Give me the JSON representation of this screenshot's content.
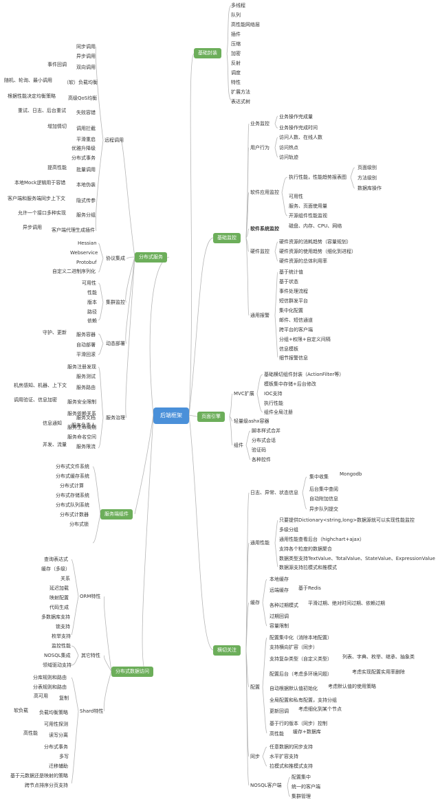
{
  "root": "后端框架",
  "basic_wrapper": {
    "label": "基础封装",
    "items": [
      "多线程",
      "队列",
      "高性能网络层",
      "插件",
      "压缩",
      "加密",
      "反射",
      "调度",
      "特性",
      "扩展方法",
      "表达式树"
    ]
  },
  "distributed": {
    "label": "分布式服务",
    "call": {
      "label": "远程调用",
      "items": [
        {
          "text": "同步调用",
          "note": ""
        },
        {
          "text": "异步调用",
          "note": ""
        },
        {
          "text": "双向调用",
          "note": "事件回调"
        },
        {
          "text": "（软）负载均衡",
          "note": "随机、轮询、最小调用"
        },
        {
          "text": "高级QoS均衡",
          "note": "根据性能决定均衡策略"
        },
        {
          "text": "失败容错",
          "note": "重试、日志、后台重试"
        },
        {
          "text": "调用拦截",
          "note": "增加情切"
        },
        {
          "text": "平滑重启",
          "note": ""
        },
        {
          "text": "优雅升降级",
          "note": ""
        },
        {
          "text": "分布式事务",
          "note": ""
        },
        {
          "text": "批量调用",
          "note": "提高性能"
        },
        {
          "text": "本地伪装",
          "note": "本地Mock逻辑用于容错"
        },
        {
          "text": "隐式传参",
          "note": "客户端和服务端同步上下文"
        },
        {
          "text": "服务分组",
          "note": "允许一个接口多种实现"
        },
        {
          "text": "客户端代理生成插件",
          "note": "异步调用"
        }
      ]
    },
    "protocol": {
      "label": "协议集成",
      "items": [
        "Hessian",
        "Webservice",
        "Protobuf",
        "自定义二进制序列化"
      ]
    },
    "monitor": {
      "label": "集群监控",
      "items": [
        "可用性",
        "性能",
        "版本",
        "路径",
        "依赖"
      ]
    },
    "deploy": {
      "label": "动态部署",
      "items": [
        {
          "text": "服务容器",
          "note": "守护、更新"
        },
        {
          "text": "自动部署",
          "note": ""
        },
        {
          "text": "平滑回滚",
          "note": ""
        }
      ]
    },
    "governance": {
      "label": "服务治理",
      "items": [
        {
          "text": "服务注册发现",
          "note": ""
        },
        {
          "text": "服务测试",
          "note": ""
        },
        {
          "text": "服务路由",
          "note": "机房感知、机器、上下文"
        },
        {
          "text": "服务安全限制",
          "note": "调用验证、信息加密"
        },
        {
          "text": "服务依赖关系",
          "note": ""
        },
        {
          "text": "服务负责人",
          "note": "信息通知"
        },
        {
          "text": "服务文档",
          "note": ""
        },
        {
          "text": "服务生命周期",
          "note": ""
        },
        {
          "text": "服务命名空间",
          "note": ""
        },
        {
          "text": "服务限流",
          "note": "并发、流量"
        }
      ]
    }
  },
  "dist_components": {
    "label": "服务端组件",
    "items": [
      "分布式文件系统",
      "分布式缓存系统",
      "分布式计算",
      "分布式存储系统",
      "分布式队列系统",
      "分布式计数器",
      "分布式锁"
    ]
  },
  "dist_data": {
    "label": "分布式数据访问",
    "orm": {
      "label": "ORM特性",
      "items": [
        "查询表达式",
        "缓存（多级）",
        "关系",
        "延迟加载",
        "映射配置",
        "代码生成",
        "多数据库支持",
        "锁支持",
        "枚举支持"
      ]
    },
    "other": {
      "label": "其它特性",
      "items": [
        "监控性能",
        "NOSQL集成",
        "领域驱动支持"
      ]
    },
    "shard": {
      "label": "Shard特性",
      "items": [
        {
          "text": "分库规则和路由",
          "note": ""
        },
        {
          "text": "分表规则和路由",
          "note": ""
        },
        {
          "text": "复制",
          "note": "高可用"
        },
        {
          "text": "负载均衡策略",
          "note": "软负载"
        },
        {
          "text": "可用性探测",
          "note": ""
        },
        {
          "text": "读写分离",
          "note": "高性能"
        },
        {
          "text": "分布式事务",
          "note": ""
        },
        {
          "text": "多写",
          "note": ""
        },
        {
          "text": "迁移辅助",
          "note": ""
        },
        {
          "text": "基于元数据还是映射的策略",
          "note": ""
        },
        {
          "text": "跨节点排序分页支持",
          "note": ""
        }
      ]
    }
  },
  "monitoring": {
    "label": "基础监控",
    "biz": {
      "label": "业务监控",
      "items": [
        "业务操作完成量",
        "业务操作完成时间"
      ]
    },
    "user": {
      "label": "用户行为",
      "items": [
        "访问人数、在线人数",
        "访问热点",
        "访问轨迹"
      ]
    },
    "app": {
      "label": "软件应用监控",
      "exec": {
        "label": "执行性能，性能趋势报表图",
        "items": [
          "页面级别",
          "方法级别",
          "数据库操作"
        ]
      },
      "items": [
        "可用性",
        "服务、页面使用量",
        "开源组件性能监视"
      ]
    },
    "sys": {
      "label": "软件系统监控",
      "item": "磁盘、内存、CPU、网络"
    },
    "hw": {
      "label": "硬件监控",
      "items": [
        "硬件资源的消耗趋势（容量规划）",
        "硬件资源的使用趋势（细化到进程）",
        "硬件资源的总体利用率"
      ]
    },
    "alarm": {
      "label": "通用报警",
      "items": [
        "基于统计值",
        "基于状态",
        "事件处理流程",
        "短信群发平台",
        "集中化配置",
        "邮件、短信通道",
        "跨平台的客户端",
        "分组+权限+自定义间隔",
        "信息模板",
        "细节报警信息"
      ]
    }
  },
  "page_engine": {
    "label": "页面引擎",
    "mvc": {
      "label": "MVC扩展",
      "items": [
        "基础横切组件封装（ActionFilter等）",
        "模板集中存储+后台修改",
        "IOC支持",
        "执行性能",
        "组件全局注册"
      ]
    },
    "ashx": "轻量级ashx容器",
    "component": {
      "label": "组件",
      "items": [
        "脚本样式合并",
        "分布式会话",
        "验证码",
        "各种控件"
      ]
    }
  },
  "crosscut": {
    "label": "横切关注",
    "log": {
      "label": "日志、异常、状态信息",
      "collect": {
        "label": "集中收集",
        "item": "Mongodb"
      },
      "items": [
        "后台集中查阅",
        "自动附加信息",
        "异步队列提交"
      ]
    },
    "perf": {
      "label": "通用性能",
      "items": [
        "只要提供Dictionary<string,long>数据源就可以实现性能监控",
        "多级分组",
        "通用性能查看后台（highchart+ajax）",
        "支持各个粒度的数据聚合",
        "数据类型支持TextValue、TotalValue、StateValue、ExpressionValue",
        "数据源支持拉模式和推模式"
      ]
    },
    "cache": {
      "label": "缓存",
      "local": "本地缓存",
      "remote": {
        "label": "远端缓存",
        "item": "基于Redis"
      },
      "expire": {
        "label": "各种过期模式",
        "item": "平滑过期、绝对时间过期、依赖过期"
      },
      "items": [
        "过期回调",
        "容量限制"
      ]
    },
    "config": {
      "label": "配置",
      "items": [
        {
          "text": "配置集中化（消除本地配置）",
          "note": ""
        },
        {
          "text": "支持横向扩容（同步）",
          "note": ""
        },
        {
          "text": "支持复杂类型（自定义类型）",
          "note": "列表、字典、枚举、继承、抽象类"
        },
        {
          "text": "配置后台（考虑多环境问题）",
          "note": "考虑实现配置实用率删除"
        },
        {
          "text": "自动根据默认值初始化",
          "note": "考虑默认值的使用策略"
        },
        {
          "text": "全局配置和私有配置，支持分组",
          "note": ""
        },
        {
          "text": "更新回调",
          "note": "考虑细化到某个节点"
        },
        {
          "text": "基于行的版本（同步）控制",
          "note": ""
        },
        {
          "text": "高性能",
          "note": "缓存+数据库"
        }
      ]
    },
    "sync": {
      "label": "同步",
      "items": [
        "任意数据的同步支持",
        "水平扩容支持",
        "拉模式和推模式支持"
      ]
    },
    "nosql": {
      "label": "NOSQL客户端",
      "items": [
        "配置集中",
        "统一的客户端",
        "集群管理"
      ]
    }
  }
}
